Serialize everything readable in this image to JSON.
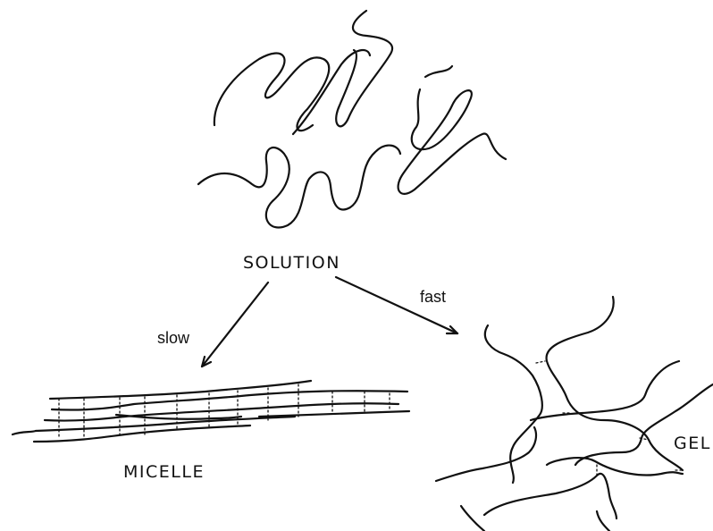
{
  "labels": {
    "solution": "SOLUTION",
    "micelle": "MICELLE",
    "gel": "GEL",
    "slow": "slow",
    "fast": "fast"
  },
  "colors": {
    "ink": "#111111",
    "background": "#ffffff"
  }
}
